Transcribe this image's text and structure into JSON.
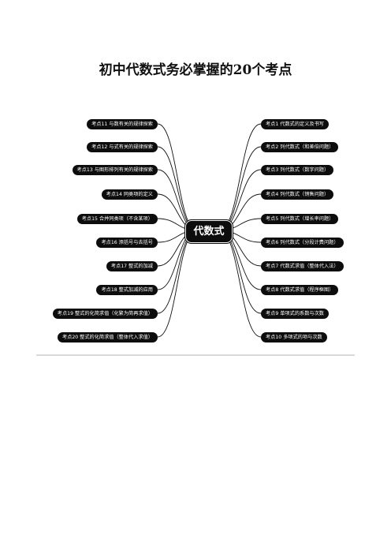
{
  "title": "初中代数式务必掌握的20个考点",
  "center": "代数式",
  "left_topics": [
    "考点11 与数有关的规律探索",
    "考点12 与式有关的规律探索",
    "考点13 与图形排列有关的规律探索",
    "考点14 同类项的定义",
    "考点15 合并同类项（不含某项）",
    "考点16 添括号与去括号",
    "考点17 整式的加减",
    "考点18 整式加减的应用",
    "考点19 整式的化简求值（化繁为简再求值）",
    "考点20 整式的化简求值（整体代入求值）"
  ],
  "right_topics": [
    "考点1 代数式的定义及书写",
    "考点2 列代数式（和差倍问题）",
    "考点3 列代数式（数字问题）",
    "考点4 列代数式（销售问题）",
    "考点5 列代数式（增长率问题）",
    "考点6 列代数式（分段计费问题）",
    "考点7 代数式求值（整体代入法）",
    "考点8 代数式求值（程序框图）",
    "考点9 单项式的系数与次数",
    "考点10 多项式的项与次数"
  ]
}
